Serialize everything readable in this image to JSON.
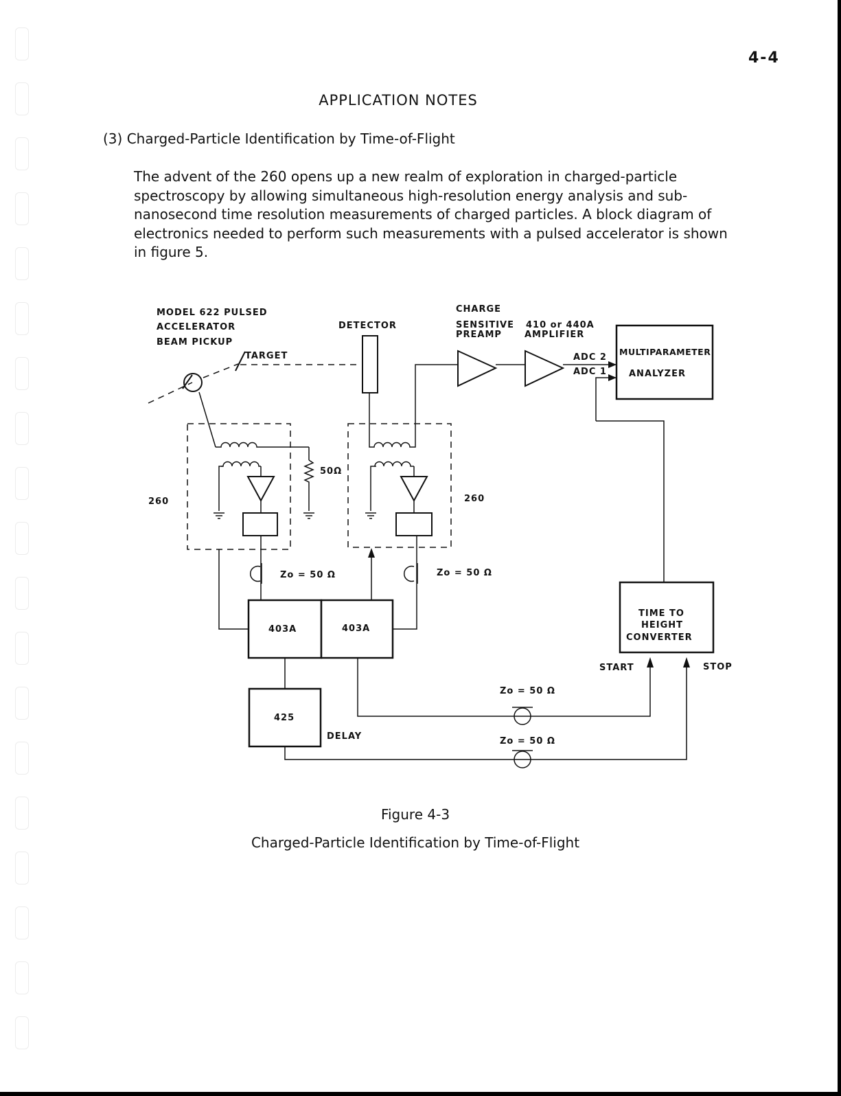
{
  "page": {
    "number": "4-4",
    "section_heading": "APPLICATION NOTES",
    "subsection_title": "(3) Charged-Particle Identification by Time-of-Flight",
    "paragraph": "The advent of the 260 opens up a new realm of exploration in charged-particle spectroscopy by allowing simultaneous high-resolution energy analysis and sub-nanosecond time resolution measurements of charged particles.  A block diagram of electronics needed to perform such measurements with a pulsed accelerator is shown in figure 5."
  },
  "diagram": {
    "labels": {
      "pulsed_line1": "MODEL 622 PULSED",
      "pulsed_line2": "ACCELERATOR",
      "pulsed_line3": "BEAM PICKUP",
      "target": "TARGET",
      "detector": "DETECTOR",
      "preamp_line1": "CHARGE",
      "preamp_line2": "SENSITIVE",
      "preamp_line3": "PREAMP",
      "amp_line1": "410 or 440A",
      "amp_line2": "AMPLIFIER",
      "adc2": "ADC 2",
      "adc1": "ADC 1",
      "mpa_line1": "MULTIPARAMETER",
      "mpa_line2": "ANALYZER",
      "resistor": "50Ω",
      "left_260": "260",
      "right_260": "260",
      "z0_left": "Zo = 50 Ω",
      "z0_right": "Zo = 50 Ω",
      "box_403a_left": "403A",
      "box_403a_right": "403A",
      "thc_line1": "TIME  TO",
      "thc_line2": "HEIGHT",
      "thc_line3": "CONVERTER",
      "start": "START",
      "stop": "STOP",
      "z0_start": "Zo  =  50 Ω",
      "box_425": "425",
      "delay": "DELAY",
      "z0_stop": "Zo  =  50 Ω"
    }
  },
  "figure": {
    "label": "Figure 4-3",
    "caption": "Charged-Particle Identification by Time-of-Flight"
  }
}
